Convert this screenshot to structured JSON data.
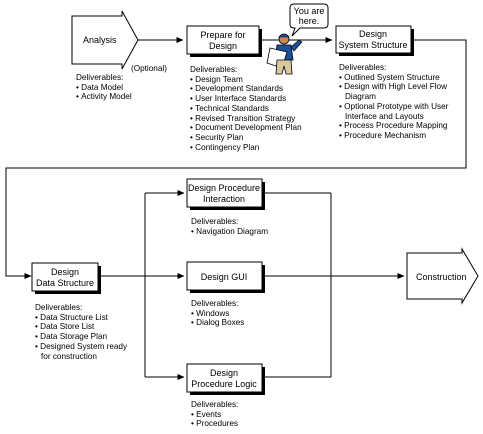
{
  "nodes": {
    "analysis": {
      "label": "Analysis",
      "optional_note": "(Optional)",
      "deliverables_header": "Deliverables:",
      "deliverables": [
        "Data Model",
        "Activity Model"
      ]
    },
    "prepare": {
      "label_line1": "Prepare for",
      "label_line2": "Design",
      "deliverables_header": "Deliverables:",
      "deliverables": [
        "Design Team",
        "Development Standards",
        "User Interface Standards",
        "Technical Standards",
        "Revised Transition Strategy",
        "Document Development Plan",
        "Security Plan",
        "Contingency Plan"
      ]
    },
    "system_structure": {
      "label_line1": "Design",
      "label_line2": "System Structure",
      "deliverables_header": "Deliverables:",
      "deliverables": [
        "Outlined System Structure",
        "Design with High Level Flow Diagram",
        "Optional Prototype with User Interface and Layouts",
        "Process Procedure Mapping",
        "Procedure Mechanism"
      ]
    },
    "data_structure": {
      "label_line1": "Design",
      "label_line2": "Data Structure",
      "deliverables_header": "Deliverables:",
      "deliverables": [
        "Data Structure List",
        "Data Store List",
        "Data Storage Plan",
        "Designed System ready for construction"
      ]
    },
    "procedure_interaction": {
      "label_line1": "Design Procedure",
      "label_line2": "Interaction",
      "deliverables_header": "Deliverables:",
      "deliverables": [
        "Navigation Diagram"
      ]
    },
    "gui": {
      "label": "Design GUI",
      "deliverables_header": "Deliverables:",
      "deliverables": [
        "Windows",
        "Dialog Boxes"
      ]
    },
    "procedure_logic": {
      "label_line1": "Design",
      "label_line2": "Procedure Logic",
      "deliverables_header": "Deliverables:",
      "deliverables": [
        "Events",
        "Procedures"
      ]
    },
    "construction": {
      "label": "Construction"
    }
  },
  "callout": {
    "line1": "You are",
    "line2": "here."
  },
  "colors": {
    "stroke": "#000000",
    "box_fill": "#ffffff",
    "shadow": "#000000",
    "figure_shirt": "#1d4f9c",
    "figure_skin": "#c8875a",
    "figure_pants": "#d8c9a0"
  }
}
